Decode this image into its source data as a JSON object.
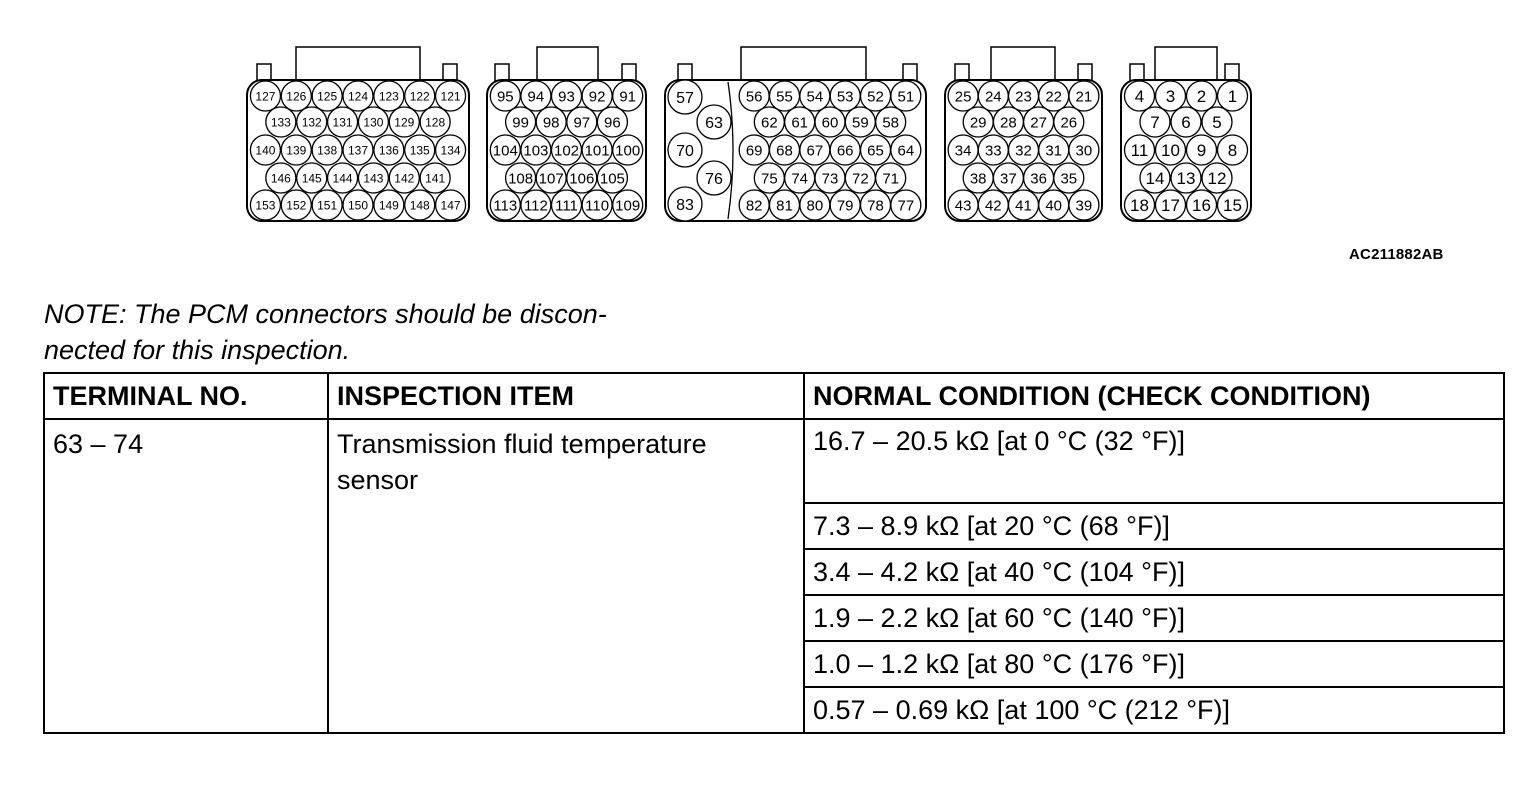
{
  "connectors": [
    {
      "rows": [
        [
          "127",
          "126",
          "125",
          "124",
          "123",
          "122",
          "121"
        ],
        [
          "133",
          "132",
          "131",
          "130",
          "129",
          "128"
        ],
        [
          "140",
          "139",
          "138",
          "137",
          "136",
          "135",
          "134"
        ],
        [
          "146",
          "145",
          "144",
          "143",
          "142",
          "141"
        ],
        [
          "153",
          "152",
          "151",
          "150",
          "149",
          "148",
          "147"
        ]
      ]
    },
    {
      "rows": [
        [
          "95",
          "94",
          "93",
          "92",
          "91"
        ],
        [
          "99",
          "98",
          "97",
          "96"
        ],
        [
          "104",
          "103",
          "102",
          "101",
          "100"
        ],
        [
          "108",
          "107",
          "106",
          "105"
        ],
        [
          "113",
          "112",
          "111",
          "110",
          "109"
        ]
      ]
    },
    {
      "left_pins": [
        "57",
        "63",
        "70",
        "76",
        "83"
      ],
      "rows": [
        [
          "56",
          "55",
          "54",
          "53",
          "52",
          "51"
        ],
        [
          "62",
          "61",
          "60",
          "59",
          "58"
        ],
        [
          "69",
          "68",
          "67",
          "66",
          "65",
          "64"
        ],
        [
          "75",
          "74",
          "73",
          "72",
          "71"
        ],
        [
          "82",
          "81",
          "80",
          "79",
          "78",
          "77"
        ]
      ]
    },
    {
      "rows": [
        [
          "25",
          "24",
          "23",
          "22",
          "21"
        ],
        [
          "29",
          "28",
          "27",
          "26"
        ],
        [
          "34",
          "33",
          "32",
          "31",
          "30"
        ],
        [
          "38",
          "37",
          "36",
          "35"
        ],
        [
          "43",
          "42",
          "41",
          "40",
          "39"
        ]
      ]
    },
    {
      "rows": [
        [
          "4",
          "3",
          "2",
          "1"
        ],
        [
          "7",
          "6",
          "5"
        ],
        [
          "11",
          "10",
          "9",
          "8"
        ],
        [
          "14",
          "13",
          "12"
        ],
        [
          "18",
          "17",
          "16",
          "15"
        ]
      ]
    }
  ],
  "figure_id": "AC211882AB",
  "note": {
    "line1": "NOTE: The PCM connectors should be discon-",
    "line2": "nected for this inspection."
  },
  "table": {
    "headers": {
      "terminal": "TERMINAL NO.",
      "item": "INSPECTION ITEM",
      "condition": "NORMAL CONDITION (CHECK CONDITION)"
    },
    "terminal": "63 – 74",
    "item_line1": "Transmission fluid temperature",
    "item_line2": "sensor",
    "conditions": [
      "16.7 – 20.5 kΩ [at 0 °C (32 °F)]",
      "7.3 – 8.9 kΩ [at 20 °C (68 °F)]",
      "3.4 – 4.2 kΩ [at 40 °C (104 °F)]",
      "1.9 – 2.2 kΩ [at 60 °C (140 °F)]",
      "1.0 – 1.2 kΩ [at 80 °C (176 °F)]",
      "0.57 – 0.69 kΩ [at 100 °C (212 °F)]"
    ]
  }
}
